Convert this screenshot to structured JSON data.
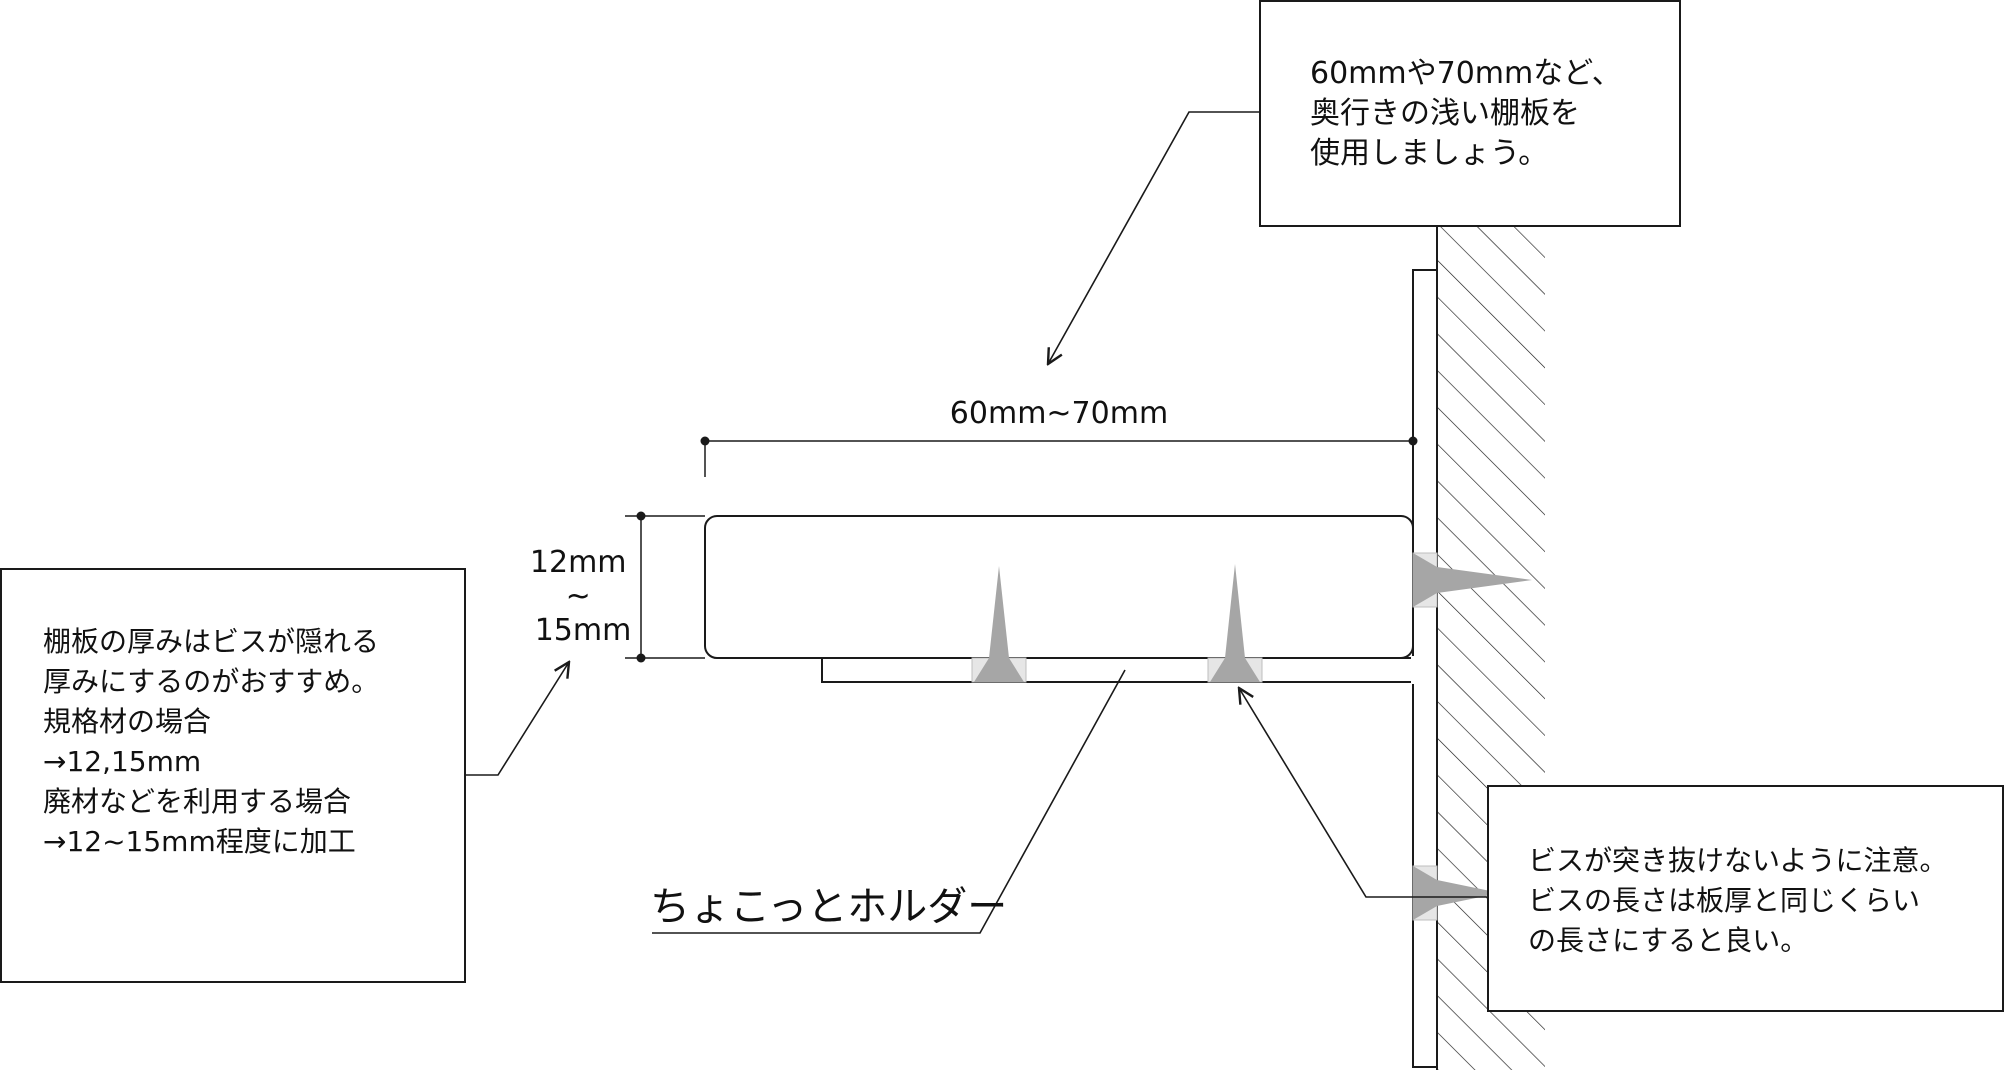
{
  "top_note": {
    "lines": [
      "60mmや70mmなど、",
      "奥行きの浅い棚板を",
      "使用しましょう。"
    ]
  },
  "depth_dimension": "60mm~70mm",
  "thickness_dimension": {
    "lines": [
      "12mm",
      "~",
      "15mm"
    ]
  },
  "left_note": {
    "lines": [
      "棚板の厚みはビスが隠れる",
      "厚みにするのがおすすめ。",
      "",
      "規格材の場合",
      "→12,15mm",
      "",
      "廃材などを利用する場合",
      "→12~15mm程度に加工"
    ]
  },
  "product_label": "ちょこっとホルダー",
  "screw_note": {
    "lines": [
      "ビスが突き抜けないように注意。",
      "ビスの長さは板厚と同じくらい",
      "の長さにすると良い。"
    ]
  },
  "colors": {
    "line": "#1a1a1a",
    "screw": "#a6a6a6",
    "background": "#ffffff"
  }
}
